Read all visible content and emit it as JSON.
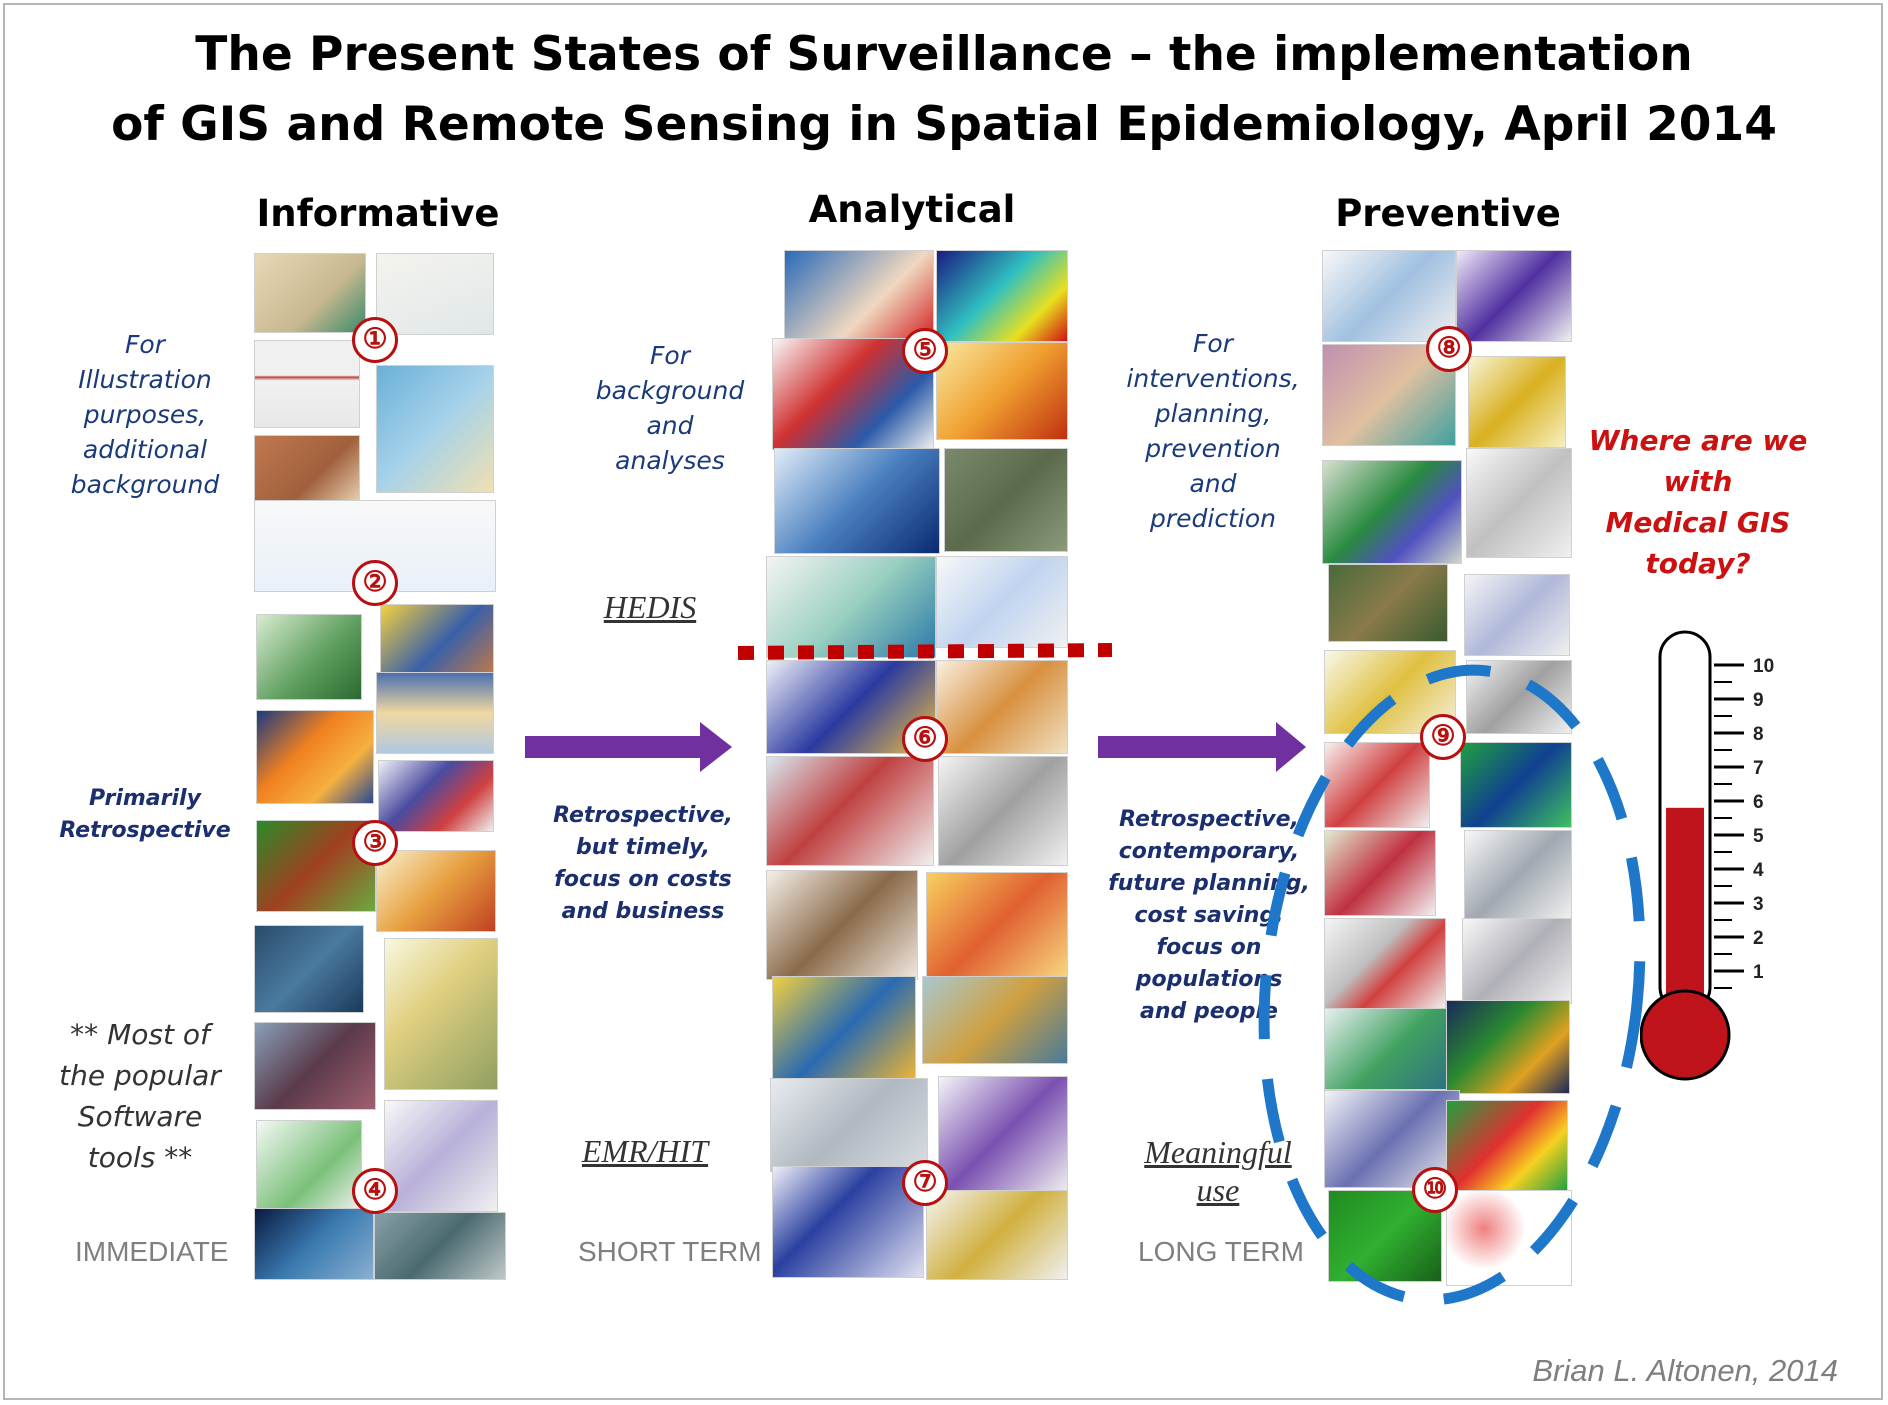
{
  "title": {
    "line1": "The Present States of Surveillance – the implementation",
    "line2": "of GIS and Remote Sensing in Spatial Epidemiology, April 2014"
  },
  "columns": {
    "informative": {
      "heading": "Informative",
      "note1": "For\nIllustration\npurposes,\nadditional\nbackground",
      "note2": "Primarily\nRetrospective",
      "note3": "** Most of\nthe popular\nSoftware\ntools  **",
      "stage": "IMMEDIATE"
    },
    "analytical": {
      "heading": "Analytical",
      "note1": "For\nbackground\nand\nanalyses",
      "label_top": "HEDIS",
      "note2": "Retrospective,\nbut timely,\nfocus on costs\nand business",
      "label_bottom": "EMR/HIT",
      "stage": "SHORT TERM"
    },
    "preventive": {
      "heading": "Preventive",
      "note1": "For\ninterventions,\nplanning,\nprevention\nand\nprediction",
      "note2": "Retrospective,\ncontemporary,\nfuture planning,\ncost saving,\nfocus on\npopulations\nand people",
      "label_bottom": "Meaningful\nuse",
      "stage": "LONG TERM"
    }
  },
  "markers": [
    "①",
    "②",
    "③",
    "④",
    "⑤",
    "⑥",
    "⑦",
    "⑧",
    "⑨",
    "⑩"
  ],
  "question": "Where are we\nwith\nMedical GIS\ntoday?",
  "thermometer": {
    "scale": [
      "10",
      "9",
      "8",
      "7",
      "6",
      "5",
      "4",
      "3",
      "2",
      "1"
    ],
    "level": 5.8,
    "max": 10,
    "fill_color": "#c0141c"
  },
  "colors": {
    "arrow": "#7030a0",
    "ellipse": "#1f77c9",
    "dotted_line": "#c00000"
  },
  "credit": "Brian L. Altonen, 2014"
}
